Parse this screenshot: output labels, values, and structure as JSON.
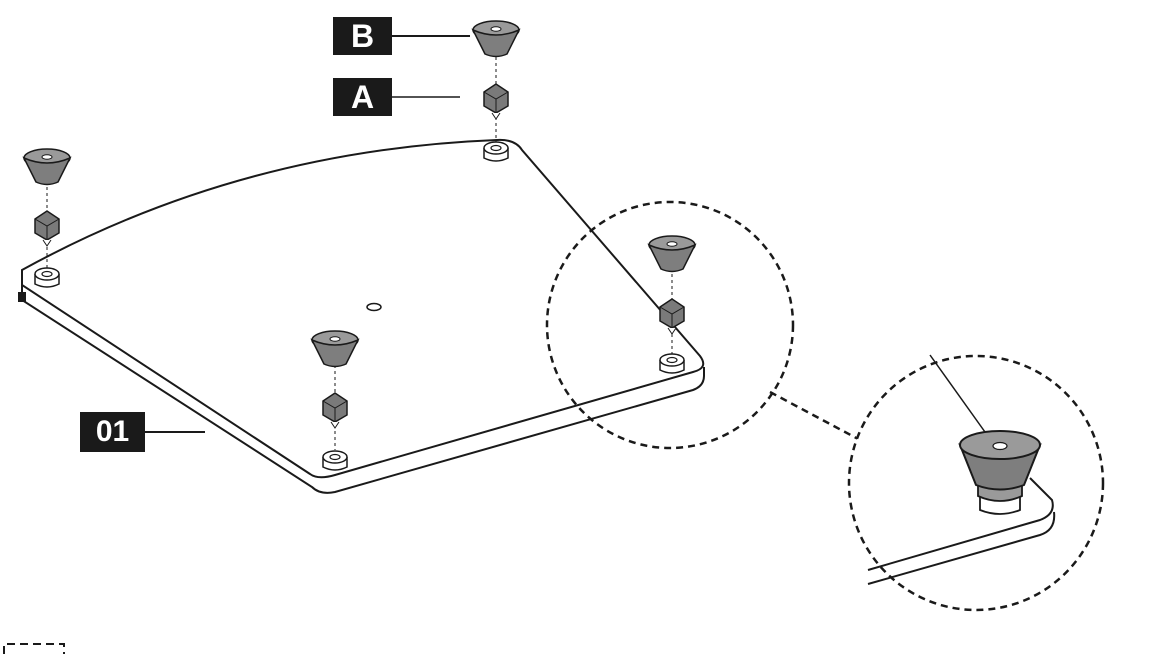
{
  "labels": {
    "part_b": "B",
    "part_a": "A",
    "board": "01"
  },
  "parts": [
    {
      "id": "B",
      "name": "cone-foot"
    },
    {
      "id": "A",
      "name": "spike"
    },
    {
      "id": "01",
      "name": "base-board"
    }
  ],
  "colors": {
    "line": "#1a1a1a",
    "part_fill": "#8a8a8a",
    "part_dark": "#5e5e5e",
    "label_bg": "#1a1a1a",
    "label_text": "#ffffff"
  }
}
